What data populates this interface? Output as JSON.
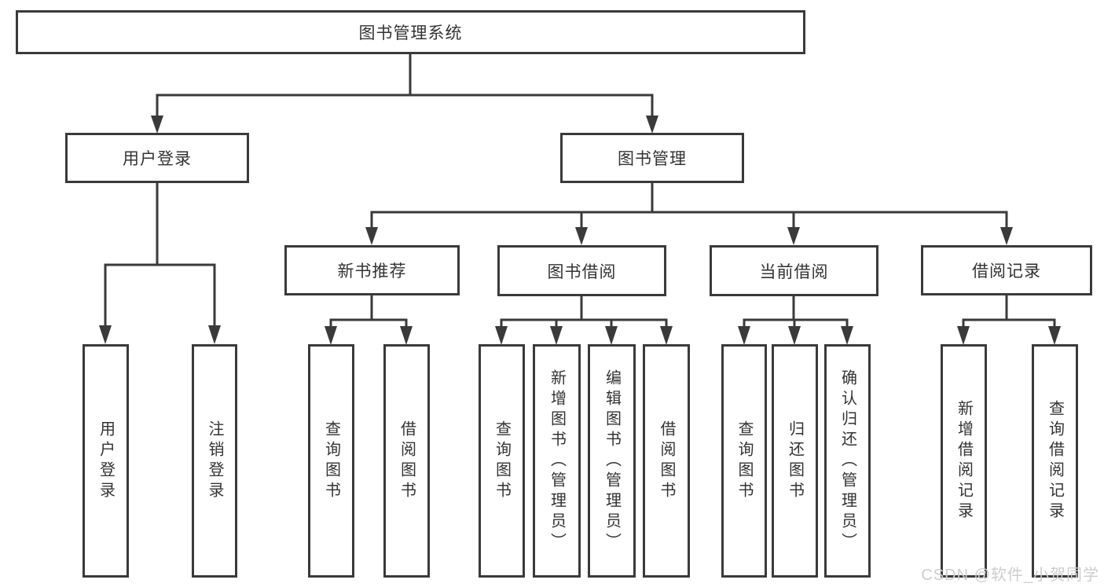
{
  "tree": {
    "label": "图书管理系统",
    "children": [
      {
        "label": "用户登录",
        "children": [
          {
            "label": "用户登录"
          },
          {
            "label": "注销登录"
          }
        ]
      },
      {
        "label": "图书管理",
        "children": [
          {
            "label": "新书推荐",
            "children": [
              {
                "label": "查询图书"
              },
              {
                "label": "借阅图书"
              }
            ]
          },
          {
            "label": "图书借阅",
            "children": [
              {
                "label": "查询图书"
              },
              {
                "label": "新增图书（管理员）"
              },
              {
                "label": "编辑图书（管理员）"
              },
              {
                "label": "借阅图书"
              }
            ]
          },
          {
            "label": "当前借阅",
            "children": [
              {
                "label": "查询图书"
              },
              {
                "label": "归还图书"
              },
              {
                "label": "确认归还（管理员）"
              }
            ]
          },
          {
            "label": "借阅记录",
            "children": [
              {
                "label": "新增借阅记录"
              },
              {
                "label": "查询借阅记录"
              }
            ]
          }
        ]
      }
    ]
  },
  "watermark": {
    "text": "CSDN @软件_小贺同学",
    "color": "#cdcdcd"
  },
  "colors": {
    "line": "#3a3a3a",
    "text": "#333333",
    "background": "#ffffff"
  }
}
